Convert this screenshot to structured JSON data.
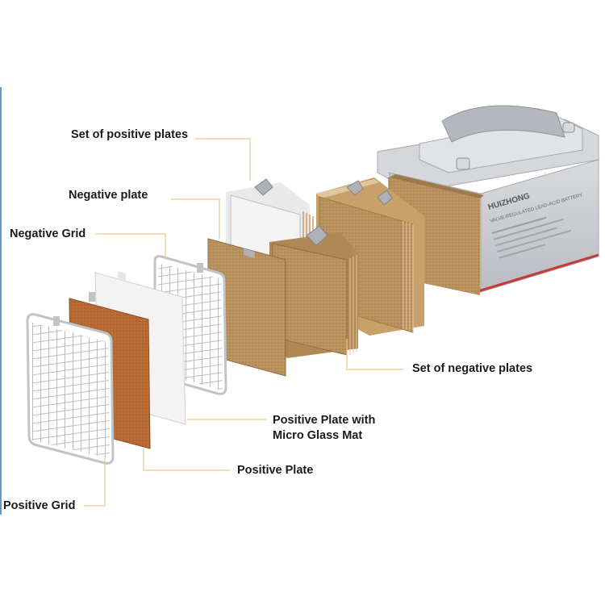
{
  "labels": {
    "set_positive_plates": "Set of positive plates",
    "negative_plate": "Negative plate",
    "negative_grid": "Negative Grid",
    "set_negative_plates": "Set of negative plates",
    "positive_plate_glass_1": "Positive Plate with",
    "positive_plate_glass_2": "Micro Glass Mat",
    "positive_plate": "Positive Plate",
    "positive_grid": "Positive Grid"
  },
  "battery": {
    "brand": "HUIZHONG",
    "type_line": "VALVE-REGULATED LEAD-ACID BATTERY"
  },
  "colors": {
    "leader_line": "#f2c48a",
    "plate_tan": "#b8915d",
    "plate_orange": "#b86a35",
    "casing_grey": "#c9ccd0",
    "glass_mat": "#f2f2f2",
    "edge_bar": "#5b9bd5"
  }
}
